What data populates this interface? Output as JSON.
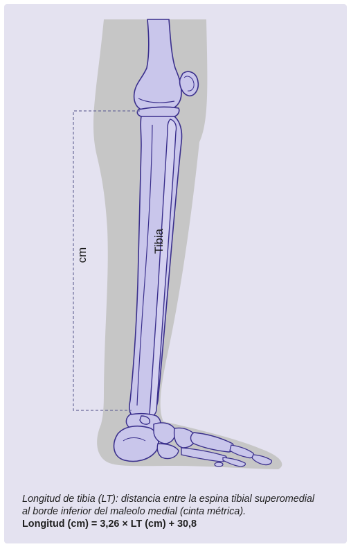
{
  "figure": {
    "tibia_label": "Tibia",
    "measure_label": "cm",
    "colors": {
      "background_panel": "#e4e2f0",
      "leg_silhouette": "#c6c6c6",
      "bone_fill": "#c9c6eb",
      "bone_outline": "#3a2f8c",
      "measure_line": "#6a6a9a"
    }
  },
  "caption": {
    "line1": "Longitud de tibia (LT): distancia entre la espina tibial superomedial",
    "line2": "al borde inferior del maleolo medial (cinta métrica).",
    "formula": "Longitud (cm) = 3,26 × LT (cm) + 30,8"
  }
}
